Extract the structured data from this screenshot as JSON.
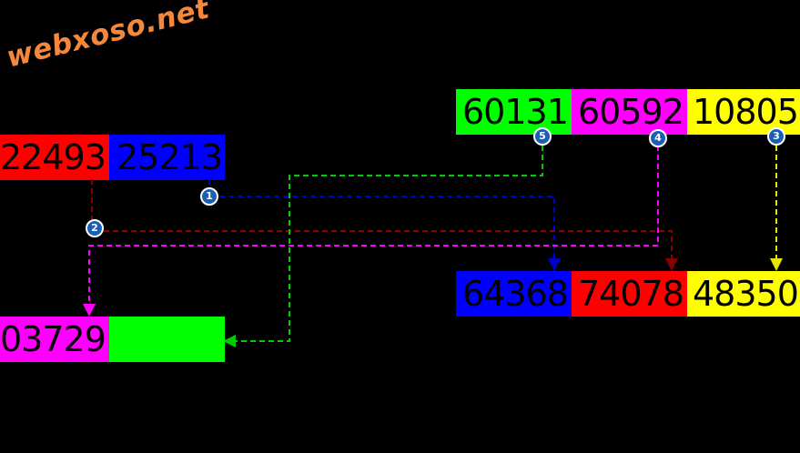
{
  "logo": {
    "text": "webxoso.net"
  },
  "colors": {
    "red": "#ff0000",
    "blue": "#0000ff",
    "green": "#00ff00",
    "magenta": "#ff00ff",
    "yellow": "#ffff00",
    "accent": "#f5883a",
    "badge": "#1a5fb4"
  },
  "left_top_row": [
    {
      "value": "22493",
      "color": "red"
    },
    {
      "value": "25213",
      "color": "blue"
    }
  ],
  "left_bottom_row": [
    {
      "value": "03729",
      "color": "magenta"
    },
    {
      "value": "",
      "color": "green"
    }
  ],
  "right_top_row": [
    {
      "value": "60131",
      "color": "green"
    },
    {
      "value": "60592",
      "color": "magenta"
    },
    {
      "value": "10805",
      "color": "yellow"
    }
  ],
  "right_bottom_row": [
    {
      "value": "64368",
      "color": "blue"
    },
    {
      "value": "74078",
      "color": "red"
    },
    {
      "value": "48350",
      "color": "yellow"
    }
  ],
  "badges": [
    "1",
    "2",
    "3",
    "4",
    "5"
  ],
  "connectors": [
    {
      "id": "1",
      "from": "25213",
      "to": "64368",
      "color": "#0000cc"
    },
    {
      "id": "2",
      "from": "22493",
      "to": "74078",
      "color": "#8b0000"
    },
    {
      "id": "3",
      "from": "10805",
      "to": "48350",
      "color": "#e6e600"
    },
    {
      "id": "4",
      "from": "60592",
      "to": "03729",
      "color": "#ff00ff"
    },
    {
      "id": "5",
      "from": "60131",
      "to": "green-empty-cell",
      "color": "#00cc00"
    }
  ]
}
